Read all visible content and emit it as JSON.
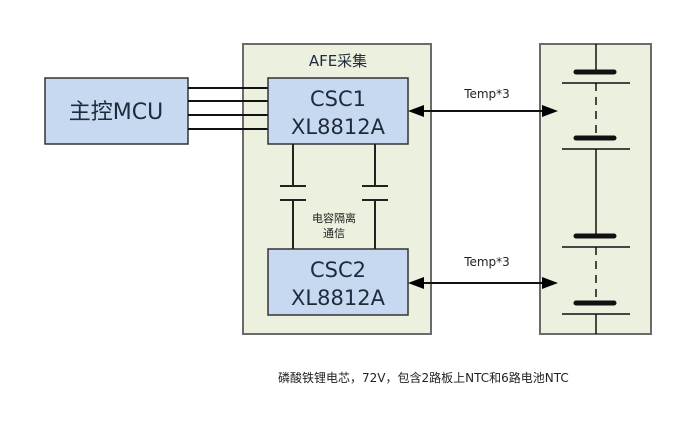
{
  "mcu": {
    "label": "主控MCU"
  },
  "afe": {
    "title": "AFE采集",
    "csc1": {
      "line1": "CSC1",
      "line2": "XL8812A"
    },
    "csc2": {
      "line1": "CSC2",
      "line2": "XL8812A"
    },
    "isolation_label_line1": "电容隔离",
    "isolation_label_line2": "通信"
  },
  "links": {
    "temp_top": "Temp*3",
    "temp_bottom": "Temp*3"
  },
  "caption": "磷酸铁锂电芯，72V，包含2路板上NTC和6路电池NTC",
  "colors": {
    "block_fill": "#c6d9f1",
    "panel_fill": "#ebf1de",
    "line": "#111111",
    "text": "#1f2a3a"
  }
}
